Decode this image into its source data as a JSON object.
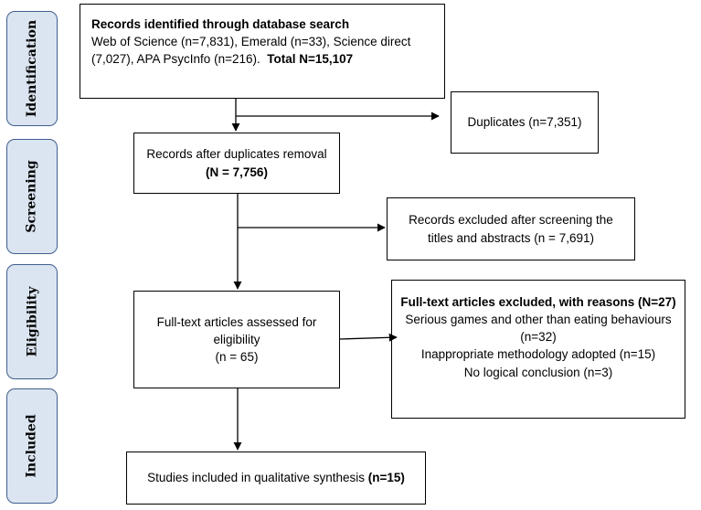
{
  "phases": [
    "Identification",
    "Screening",
    "Eligibility",
    "Included"
  ],
  "identification": {
    "title": "Records identified through database search",
    "line1": "Web of Science (n=7,831), Emerald (n=33), Science direct",
    "line2a": "(7,027), APA PsycInfo (n=216).",
    "line2b": "Total N=15,107"
  },
  "duplicates": "Duplicates (n=7,351)",
  "after_dup": {
    "line1": "Records after duplicates removal",
    "line2": "(N = 7,756)"
  },
  "excluded_screen": {
    "line1": "Records excluded after screening the",
    "line2": "titles and abstracts (n = 7,691)"
  },
  "fulltext": {
    "line1": "Full-text articles assessed for",
    "line2": "eligibility",
    "line3": "(n = 65)"
  },
  "excluded_full": {
    "title": "Full-text articles excluded, with reasons (N=27)",
    "r1a": "Serious games and other than eating behaviours",
    "r1b": "(n=32)",
    "r2": "Inappropriate methodology adopted (n=15)",
    "r3": "No logical conclusion (n=3)"
  },
  "included": {
    "text": "Studies included in qualitative synthesis",
    "count": "(n=15)"
  }
}
